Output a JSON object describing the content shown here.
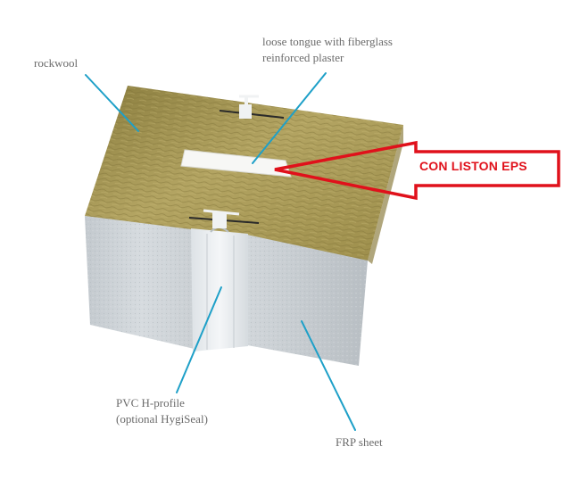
{
  "labels": {
    "rockwool": "rockwool",
    "tongue_line1": "loose tongue with fiberglass",
    "tongue_line2": "reinforced plaster",
    "pvc_line1": "PVC H-profile",
    "pvc_line2": "(optional HygiSeal)",
    "frp": "FRP sheet"
  },
  "callout": {
    "text": "CON LISTON EPS",
    "color": "#e0111b"
  },
  "colors": {
    "leader": "#1ea0c8",
    "rockwool": "#a89a55",
    "frp_face": "#d0d5d9",
    "pvc_profile": "#e6eaed"
  }
}
